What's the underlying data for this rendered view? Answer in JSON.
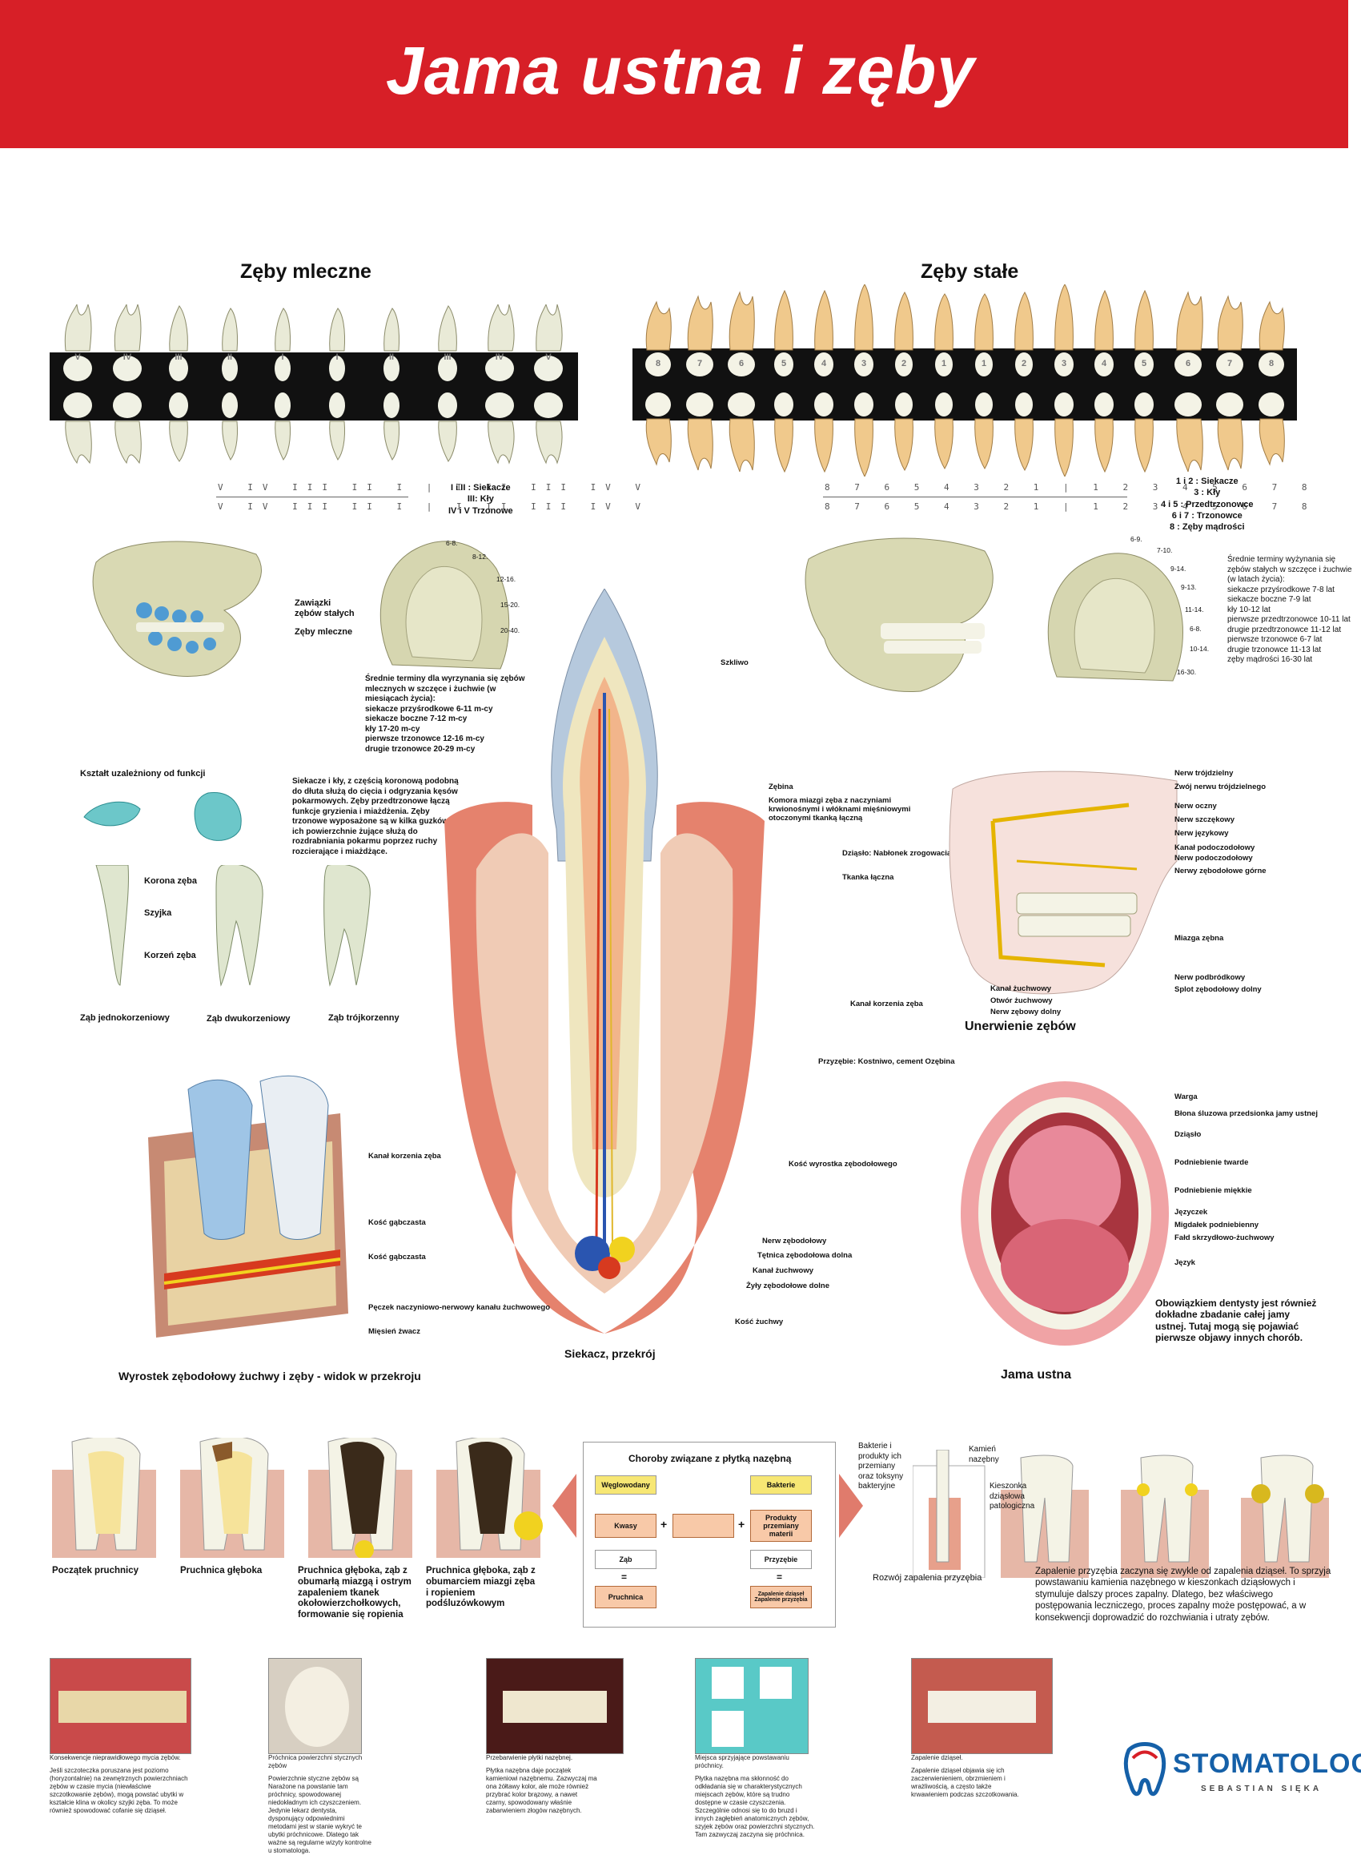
{
  "header": {
    "title": "Jama ustna i zęby",
    "bg_color": "#d71f27"
  },
  "deciduous": {
    "title": "Zęby mleczne",
    "upper_labels": [
      "V",
      "IV",
      "III",
      "II",
      "I",
      "I",
      "II",
      "III",
      "IV",
      "V"
    ],
    "formula_top": "V IV III II I | I II III IV V",
    "formula_bottom": "V IV III II I | I II III IV V",
    "legend": "I i II : Siekacze\nIII: Kły\nIV i V Trzonowe",
    "skull_labels": [
      "Zawiązki zębów stałych",
      "Zęby mleczne"
    ],
    "palate_ages": [
      "6-8.",
      "8-12.",
      "12-16.",
      "15-20.",
      "20-40."
    ],
    "eruption_text": "Średnie terminy dla wyrzynania się zębów mlecznych w szczęce i żuchwie (w miesiącach życia):\nsiekacze przyśrodkowe 6-11 m-cy\nsiekacze boczne 7-12 m-cy\nkły 17-20 m-cy\npierwsze trzonowce 12-16 m-cy\ndrugie trzonowce 20-29 m-cy"
  },
  "permanent": {
    "title": "Zęby stałe",
    "upper_labels": [
      "8",
      "7",
      "6",
      "5",
      "4",
      "3",
      "2",
      "1",
      "1",
      "2",
      "3",
      "4",
      "5",
      "6",
      "7",
      "8"
    ],
    "formula_top": "8 7 6 5 4 3 2 1 | 1 2 3 4 5 6 7 8",
    "formula_bottom": "8 7 6 5 4 3 2 1 | 1 2 3 4 5 6 7 8",
    "legend": "1 i 2 : Siekacze\n3 : Kły\n4 i 5 : Przedtrzonowce\n6 i 7 : Trzonowce\n8 : Zęby mądrości",
    "palate_ages": [
      "6-9.",
      "7-10.",
      "9-14.",
      "9-13.",
      "11-14.",
      "6-8.",
      "10-14.",
      "16-30."
    ],
    "eruption_text": "Średnie terminy wyżynania się zębów stałych w szczęce i żuchwie (w latach życia):\nsiekacze przyśrodkowe 7-8 lat\nsiekacze boczne 7-9 lat\nkły 10-12 lat\npierwsze przedtrzonowce 10-11 lat\ndrugie przedtrzonowce 11-12 lat\npierwsze trzonowce 6-7 lat\ndrugie trzonowce 11-13 lat\nzęby mądrości 16-30 lat"
  },
  "shape": {
    "title": "Kształt uzależniony od funkcji",
    "text": "Siekacze i kły, z częścią koronową podobną do dłuta służą do cięcia i odgryzania kęsów pokarmowych. Zęby przedtrzonowe łączą funkcje gryzienia i miażdżenia. Zęby trzonowe wyposażone są w kilka guzków, ich powierzchnie żujące służą do rozdrabniania pokarmu poprzez ruchy rozcierające i miażdżące.",
    "parts": [
      "Korona zęba",
      "Szyjka",
      "Korzeń zęba"
    ],
    "types": [
      "Ząb jednokorzeniowy",
      "Ząb dwukorzeniowy",
      "Ząb trójkorzenny"
    ]
  },
  "incisor": {
    "caption": "Siekacz, przekrój",
    "labels": {
      "enamel": "Szkliwo",
      "dentin": "Zębina",
      "pulp": "Komora miazgi zęba z naczyniami krwionośnymi i włóknami mięśniowymi otoczonymi tkanką łączną",
      "gum": "Dziąsło:\nNabłonek zrogowaciały",
      "connective": "Tkanka łączna",
      "root_canal": "Kanał korzenia zęba",
      "attachment": "Przyzębie:\nKostniwo, cement\nOzębina",
      "bone": "Kość wyrostka zębodołowego",
      "nerve": "Nerw zębodołowy",
      "artery": "Tętnica zębodołowa dolna",
      "canal": "Kanał żuchwowy",
      "veins": "Żyły zębodołowe dolne",
      "jawbone": "Kość żuchwy"
    }
  },
  "innervation": {
    "title": "Unerwienie zębów",
    "labels_right": [
      "Nerw trójdzielny",
      "Zwój nerwu trójdzielnego",
      "Nerw oczny",
      "Nerw szczękowy",
      "Nerw językowy",
      "Kanał podoczodołowy",
      "Nerw podoczodołowy",
      "Nerwy zębodołowe górne",
      "Miazga zębna",
      "Nerw podbródkowy",
      "Splot zębodołowy dolny"
    ],
    "labels_left": [
      "Kanał żuchwowy",
      "Otwór żuchwowy",
      "Nerw zębowy dolny"
    ]
  },
  "section3d": {
    "title": "Wyrostek zębodołowy żuchwy i zęby - widok w przekroju",
    "labels": [
      "Kanał korzenia zęba",
      "Kość gąbczasta",
      "Kość gąbczasta",
      "Pęczek naczyniowo-nerwowy kanału żuchwowego",
      "Mięsień żwacz"
    ]
  },
  "mouth": {
    "title": "Jama ustna",
    "labels": [
      "Warga",
      "Błona śluzowa przedsionka jamy ustnej",
      "Dziąsło",
      "Podniebienie twarde",
      "Podniebienie miękkie",
      "Języczek",
      "Migdałek podniebienny",
      "Fałd skrzydłowo-żuchwowy",
      "Język"
    ],
    "note": "Obowiązkiem dentysty jest również dokładne zbadanie całej jamy ustnej. Tutaj mogą się pojawiać pierwsze objawy innych chorób."
  },
  "caries": {
    "stages": [
      "Początek pruchnicy",
      "Pruchnica głęboka",
      "Pruchnica głęboka, ząb z obumarłą miazgą i ostrym zapaleniem tkanek okołowierzchołkowych, formowanie się ropienia",
      "Pruchnica głęboka, ząb z obumarciem miazgi zęba i ropieniem podśluzówkowym"
    ]
  },
  "flow": {
    "title": "Choroby związane z płytką nazębną",
    "carbs": "Węglowodany",
    "bacteria": "Bakterie",
    "acids": "Kwasy",
    "products": "Produkty przemiany materii",
    "tooth": "Ząb",
    "periodontium": "Przyzębie",
    "caries": "Pruchnica",
    "inflammation": "Zapalenie dziąseł\nZapalenie przyzębia",
    "plus": "+",
    "eq": "="
  },
  "periodont": {
    "labels": [
      "Bakterie i produkty ich przemiany oraz toksyny bakteryjne",
      "Kamień nazębny",
      "Kieszonka dziąsłowa patologiczna"
    ],
    "caption": "Rozwój zapalenia przyzębia",
    "text": "Zapalenie przyzębia zaczyna się zwykle od zapalenia dziąseł. To sprzyja powstawaniu kamienia nazębnego w kieszonkach dziąsłowych i stymuluje dalszy proces zapalny. Dlatego, bez właściwego postępowania leczniczego, proces zapalny może postępować, a w konsekwencji doprowadzić do rozchwiania i utraty zębów."
  },
  "photos": [
    {
      "title": "Konsekwencje nieprawidłowego mycia zębów.",
      "text": "Jeśli szczoteczka poruszana jest poziomo (horyzontalnie) na zewnętrznych powierzchniach zębów w czasie mycia (niewłaściwe szczotkowanie zębów), mogą powstać ubytki w kształcie klina w okolicy szyjki zęba. To może również spowodować cofanie się dziąseł."
    },
    {
      "title": "Próchnica powierzchni stycznych zębów",
      "text": "Powierzchnie styczne zębów są Narażone na powstanie tam próchnicy, spowodowanej niedokładnym ich czyszczeniem. Jedynie lekarz dentysta, dysponujący odpowiednimi metodami jest w stanie wykryć te ubytki próchnicowe. Dlatego tak ważne są regularne wizyty kontrolne u stomatologa."
    },
    {
      "title": "Przebarwienie płytki nazębnej.",
      "text": "Płytka nazębna daje początek kamieniowi nazębnemu. Zazwyczaj ma ona żółtawy kolor, ale może również przybrać kolor brązowy, a nawet czarny, spowodowany właśnie zabarwieniem złogów nazębnych."
    },
    {
      "title": "Miejsca sprzyjające powstawaniu próchnicy.",
      "text": "Płytka nazębna ma skłonność do odkładania się w charakterystycznych miejscach zębów, które są trudno dostępne w czasie czyszczenia. Szczególnie odnosi się to do bruzd i innych zagłębień anatomicznych zębów, szyjek zębów oraz powierzchni stycznych. Tam zazwyczaj zaczyna się próchnica."
    },
    {
      "title": "Zapalenie dziąseł.",
      "text": "Zapalenie dziąseł objawia się ich zaczerwienieniem, obrzmieniem i wrażliwością, a często także krwawieniem podczas szczotkowania."
    }
  ],
  "logo": {
    "name": "STOMATOLOG",
    "sub": "SEBASTIAN SIĘKA",
    "color": "#1560a8",
    "accent": "#d71f27"
  }
}
